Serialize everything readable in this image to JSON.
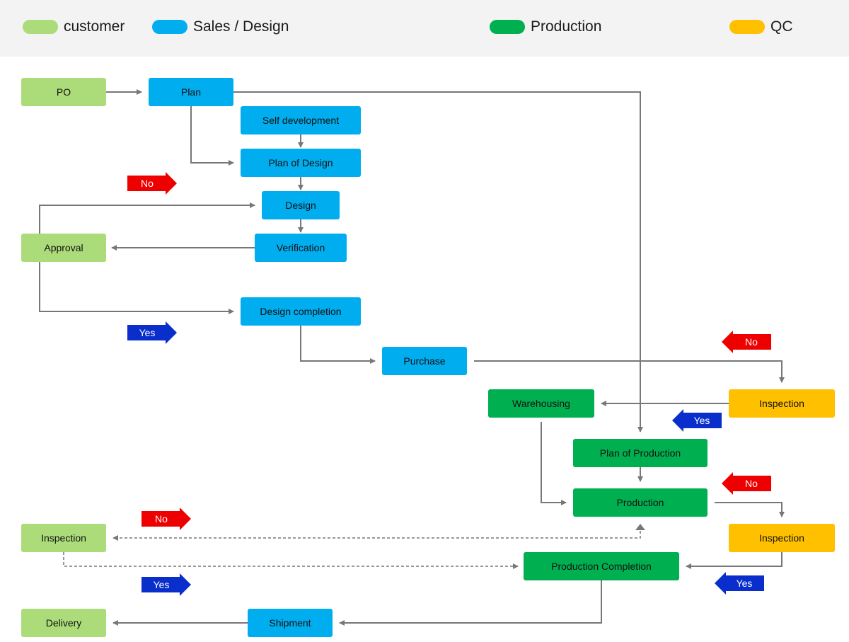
{
  "legend": {
    "customer": {
      "label": "customer",
      "color": "#acdb7a"
    },
    "sales": {
      "label": "Sales / Design",
      "color": "#00adee"
    },
    "production": {
      "label": "Production",
      "color": "#00b050"
    },
    "qc": {
      "label": "QC",
      "color": "#ffc000"
    }
  },
  "nodes": {
    "po": "PO",
    "plan": "Plan",
    "self_development": "Self development",
    "plan_of_design": "Plan of Design",
    "design": "Design",
    "verification": "Verification",
    "approval": "Approval",
    "design_completion": "Design completion",
    "purchase": "Purchase",
    "inspection_qc_top": "Inspection",
    "warehousing": "Warehousing",
    "plan_of_production": "Plan of  Production",
    "production": "Production",
    "inspection_qc_bottom": "Inspection",
    "inspection_customer": "Inspection",
    "production_completion": "Production Completion",
    "shipment": "Shipment",
    "delivery": "Delivery"
  },
  "flags": {
    "no": "No",
    "yes": "Yes"
  },
  "colors": {
    "connector": "#777777",
    "no_flag": "#ee0000",
    "yes_flag": "#0a2ecc"
  }
}
